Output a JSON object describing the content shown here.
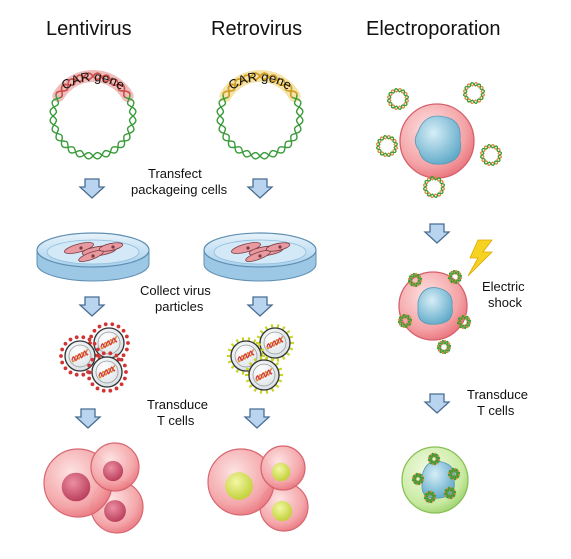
{
  "columns": [
    {
      "title": "Lentivirus"
    },
    {
      "title": "Retrovirus"
    },
    {
      "title": "Electroporation"
    }
  ],
  "plasmid_label": "CAR gene",
  "steps": {
    "transfect": [
      "Transfect",
      "packageing cells"
    ],
    "collect": [
      "Collect virus",
      "particles"
    ],
    "transduce_virus": [
      "Transduce",
      "T cells"
    ],
    "electric": [
      "Electric",
      "shock"
    ],
    "transduce_electro": [
      "Transduce",
      "T cells"
    ]
  },
  "colors": {
    "arrow_fill": "#b9d4ef",
    "arrow_stroke": "#4a6d92",
    "dna_green": "#3a9b3a",
    "car_red": "#e06a6a",
    "car_yellow": "#e8c23c",
    "cell_pink": "#f07a80",
    "nucleus_lenti": "#c94a66",
    "nucleus_retro": "#d6e04c",
    "nucleus_blue": "#8cc6dc",
    "cell_green": "#b7e08a",
    "lightning": "#f5d320"
  }
}
